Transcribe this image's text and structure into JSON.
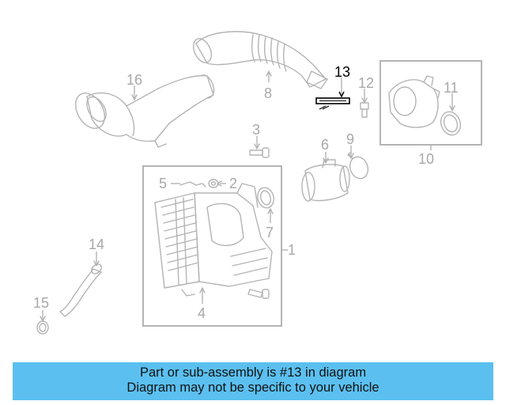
{
  "callouts": {
    "c1": "1",
    "c2": "2",
    "c3": "3",
    "c4": "4",
    "c5": "5",
    "c6": "6",
    "c7": "7",
    "c8": "8",
    "c9": "9",
    "c10": "10",
    "c11": "11",
    "c12": "12",
    "c13": "13",
    "c14": "14",
    "c15": "15",
    "c16": "16"
  },
  "highlighted_part": "13",
  "colors": {
    "banner": "#5bc0f0",
    "parts": "#b4b4b4",
    "highlight": "#000000"
  },
  "banner": {
    "line1": "Part or sub-assembly is #13 in diagram",
    "line2": "Diagram may not be specific to your vehicle"
  }
}
